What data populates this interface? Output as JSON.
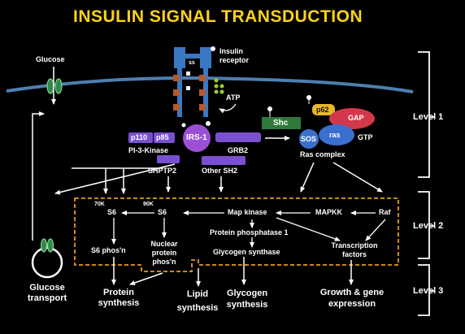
{
  "title": "INSULIN SIGNAL TRANSDUCTION",
  "membrane": {
    "glucose": "Glucose",
    "ss": "ss",
    "receptor_line1": "Insulin",
    "receptor_line2": "receptor",
    "atp": "ATP"
  },
  "proteins": {
    "p110": "p110",
    "p85": "p85",
    "pi3k": "PI-3-Kinase",
    "irs1": "IRS-1",
    "grb2": "GRB2",
    "shptp2": "SHPTP2",
    "other_sh2": "Other SH2",
    "shc": "Shc",
    "sos": "SOS",
    "p62": "p62",
    "gap": "GAP",
    "ras": "ras",
    "gtp": "GTP",
    "ras_complex": "Ras complex"
  },
  "level2": {
    "k70": "70K",
    "s6_a": "S6",
    "k90": "90K",
    "s6_b": "S6",
    "map_kinase": "Map kinase",
    "mapkk": "MAPKK",
    "raf": "Raf",
    "protein_phosphatase": "Protein phosphatase 1",
    "glycogen_synthase": "Glycogen synthase",
    "s6_phos": "S6 phos'n",
    "nuclear_line1": "Nuclear",
    "nuclear_line2": "protein",
    "nuclear_line3": "phos'n",
    "transcription_line1": "Transcription",
    "transcription_line2": "factors"
  },
  "outcomes": {
    "glucose_transport_line1": "Glucose",
    "glucose_transport_line2": "transport",
    "protein_synthesis_line1": "Protein",
    "protein_synthesis_line2": "synthesis",
    "lipid_synthesis_line1": "Lipid",
    "lipid_synthesis_line2": "synthesis",
    "glycogen_synthesis_line1": "Glycogen",
    "glycogen_synthesis_line2": "synthesis",
    "growth_line1": "Growth & gene",
    "growth_line2": "expression"
  },
  "levels": {
    "level1": "Level 1",
    "level2": "Level 2",
    "level3": "Level 3"
  },
  "colors": {
    "title": "#ffd21a",
    "membrane": "#4d7fb0",
    "receptor": "#3a78c4",
    "kinase_box": "#b35a2c",
    "phosphate": "#9acd32",
    "purple": "#7a4fd0",
    "irs1": "#9b4fd6",
    "shc": "#2f7a3a",
    "sos": "#3a6fd0",
    "p62": "#e8b82a",
    "gap": "#d2384a",
    "ras": "#3a6fd0",
    "dashed_box": "#e89a1e",
    "glut": "#2e8a4a"
  }
}
